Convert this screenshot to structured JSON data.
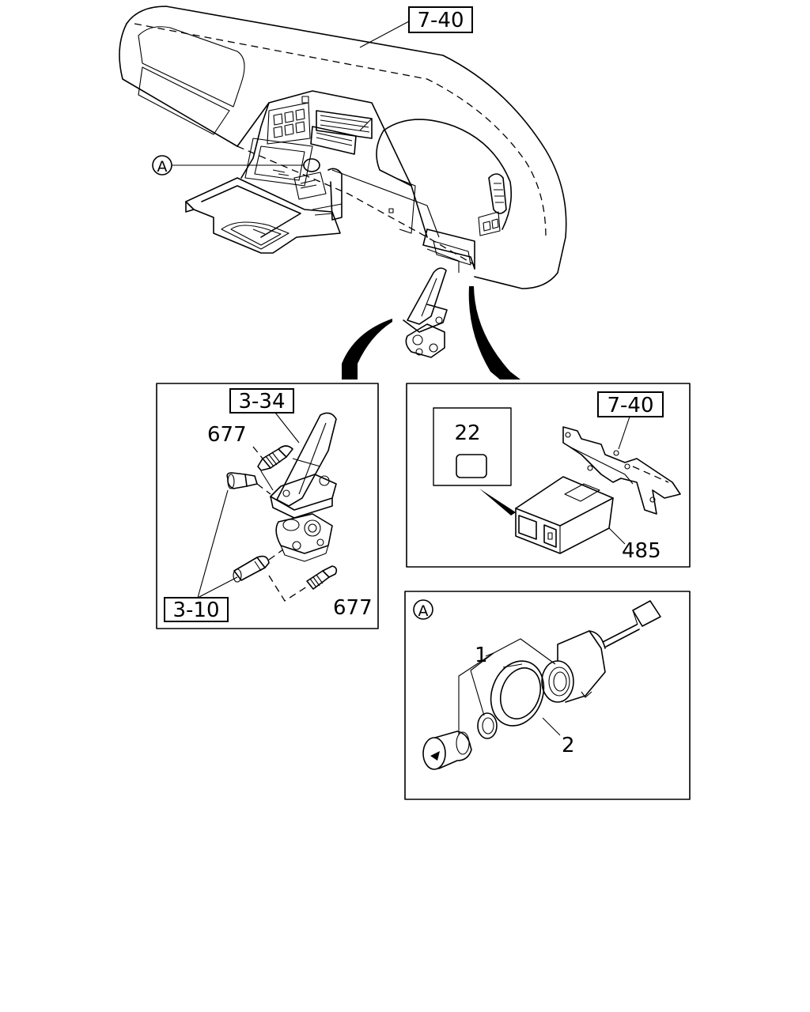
{
  "callouts": {
    "ref_dashboard": "7-40",
    "detail_marker": "A",
    "ref_pedal": "3-34",
    "part_677_upper": "677",
    "part_677_lower": "677",
    "ref_pipe": "3-10",
    "part_22": "22",
    "ref_bracket": "7-40",
    "part_485": "485",
    "detail_marker_inset": "A",
    "part_1": "1",
    "part_2": "2"
  }
}
